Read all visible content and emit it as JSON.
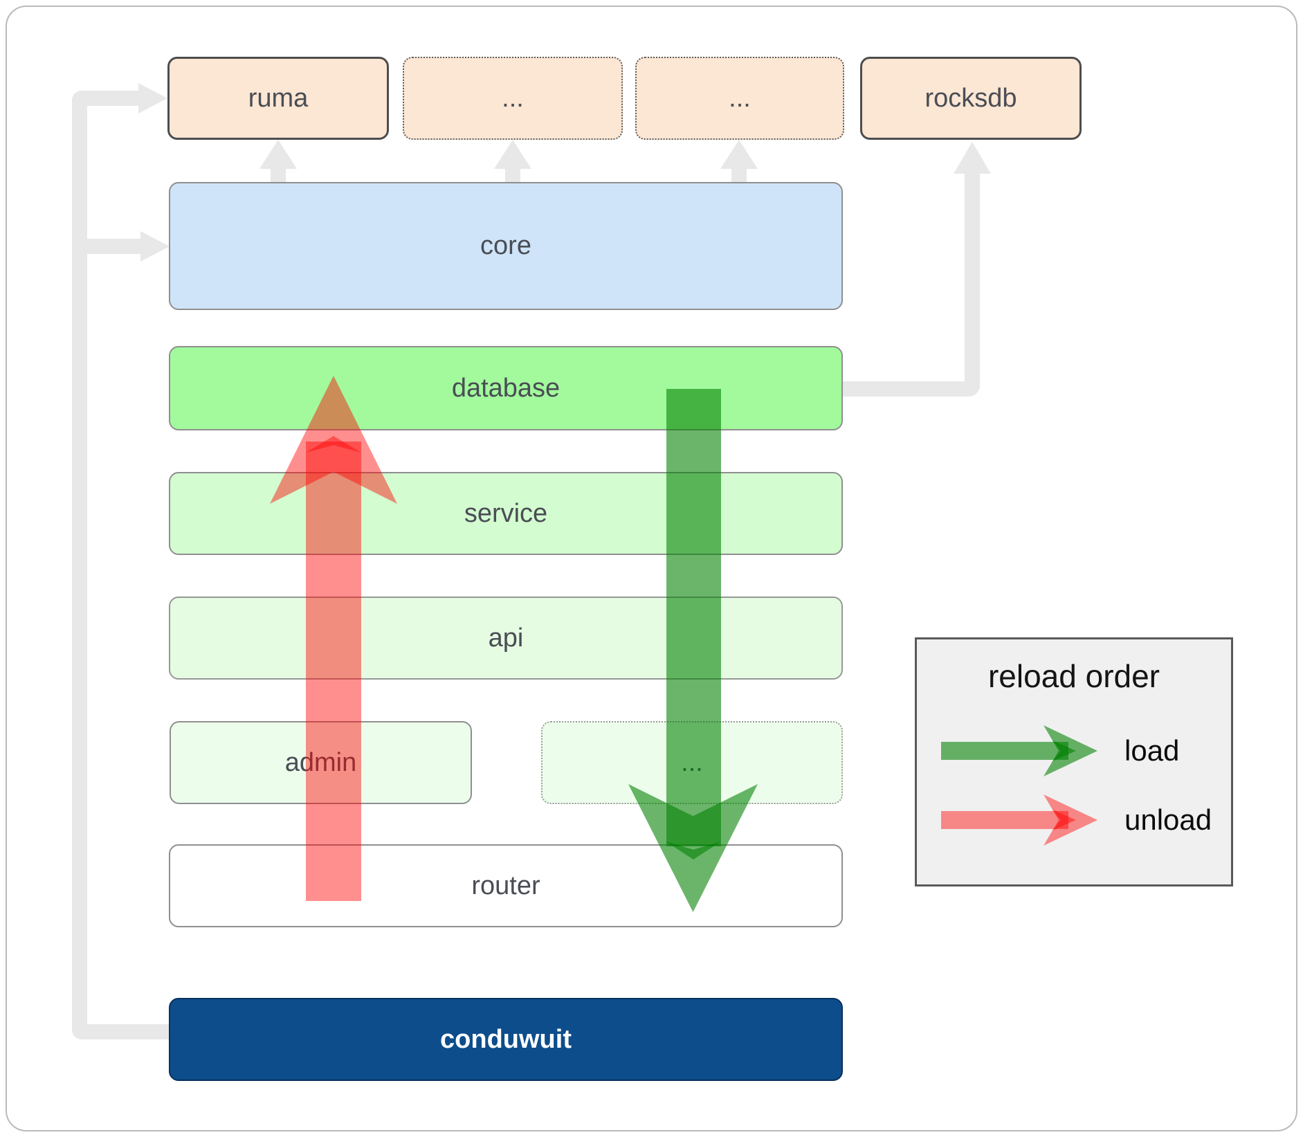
{
  "boxes": {
    "ruma": {
      "label": "ruma"
    },
    "dots_top_1": {
      "label": "..."
    },
    "dots_top_2": {
      "label": "..."
    },
    "rocksdb": {
      "label": "rocksdb"
    },
    "core": {
      "label": "core"
    },
    "database": {
      "label": "database"
    },
    "service": {
      "label": "service"
    },
    "api": {
      "label": "api"
    },
    "admin": {
      "label": "admin"
    },
    "dots_admin": {
      "label": "..."
    },
    "router": {
      "label": "router"
    },
    "conduwuit": {
      "label": "conduwuit"
    }
  },
  "legend": {
    "title": "reload order",
    "load_label": "load",
    "unload_label": "unload"
  },
  "colors": {
    "peach_box": "#fce6d4",
    "blue_box": "#cfe4f8",
    "green_box": "#a2fa9c",
    "light_green_box": "#d3fcd0",
    "lighter_green_box": "#e5fce2",
    "faint_green_box": "#edfdec",
    "navy_box": "#0d4d8c",
    "connector_gray": "#e8e8e8",
    "load_arrow_green": "#007f00",
    "unload_arrow_red": "#ff0000",
    "legend_background": "#f0f0f0"
  }
}
